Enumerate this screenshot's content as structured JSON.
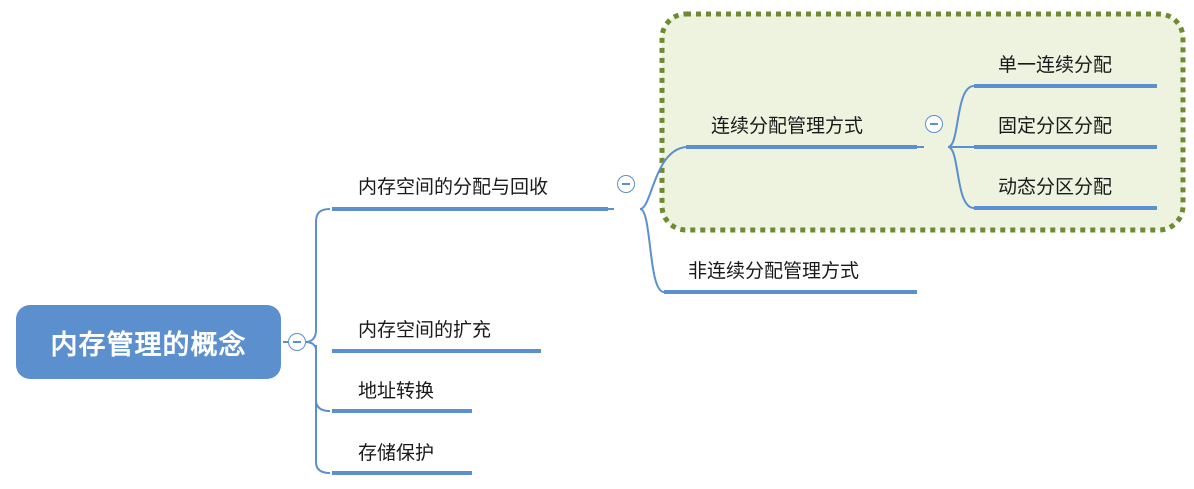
{
  "root": {
    "label": "内存管理的概念"
  },
  "branches": [
    {
      "label": "内存空间的分配与回收",
      "children": [
        {
          "label": "连续分配管理方式",
          "children": [
            {
              "label": "单一连续分配"
            },
            {
              "label": "固定分区分配"
            },
            {
              "label": "动态分区分配"
            }
          ]
        },
        {
          "label": "非连续分配管理方式"
        }
      ]
    },
    {
      "label": "内存空间的扩充"
    },
    {
      "label": "地址转换"
    },
    {
      "label": "存储保护"
    }
  ],
  "colors": {
    "node_fill": "#5b8fce",
    "connector": "#5b8fce",
    "highlight_fill": "#edf3df",
    "highlight_border": "#6e8a32"
  }
}
